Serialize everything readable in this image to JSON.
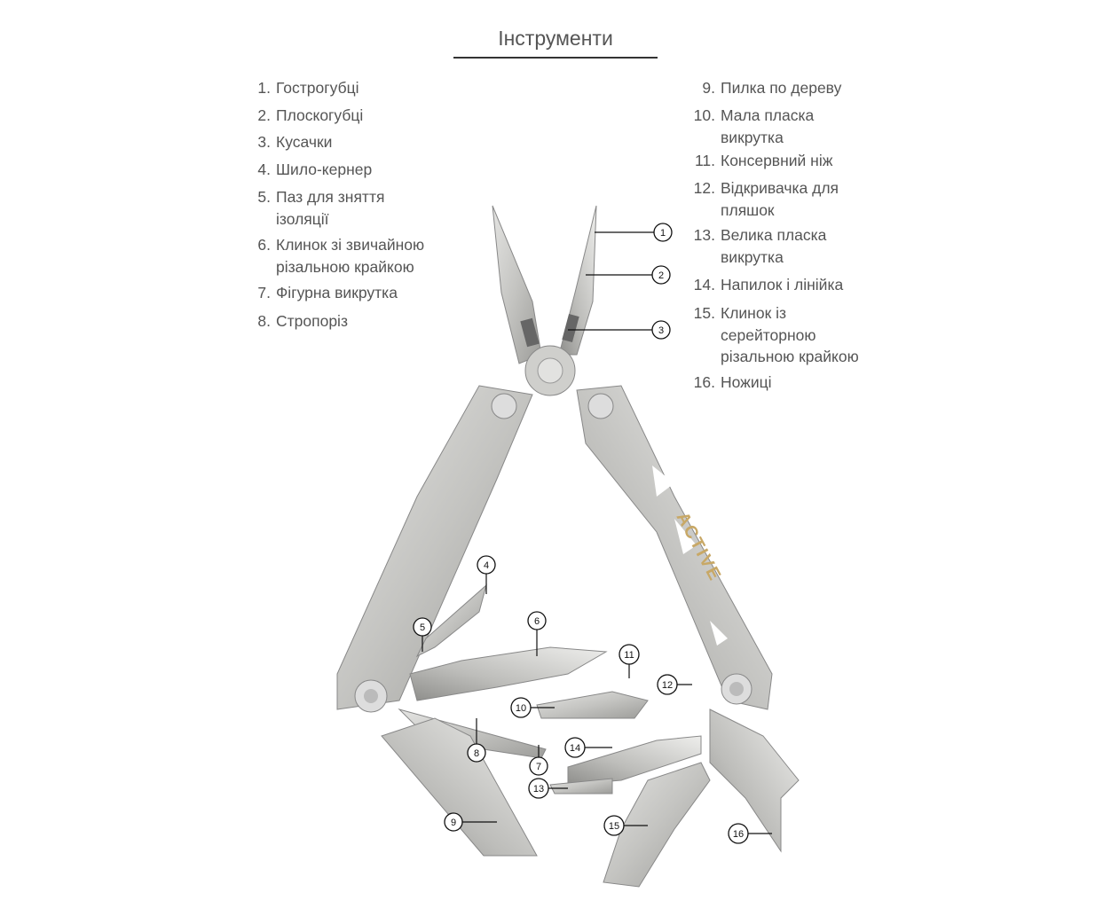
{
  "title": "Інструменти",
  "left_list": [
    {
      "num": "1.",
      "text": "Гострогубці"
    },
    {
      "num": "2.",
      "text": "Плоскогубці"
    },
    {
      "num": "3.",
      "text": "Кусачки"
    },
    {
      "num": "4.",
      "text": "Шило-кернер"
    },
    {
      "num": "5.",
      "text": "Паз для зняття ізоляції"
    },
    {
      "num": "6.",
      "text": "Клинок зі звичайною різальною крайкою"
    },
    {
      "num": "7.",
      "text": "Фігурна викрутка"
    },
    {
      "num": "8.",
      "text": "Стропоріз"
    }
  ],
  "right_list": [
    {
      "num": "9.",
      "text": "Пилка по дереву"
    },
    {
      "num": "10.",
      "text": "Мала пласка викрутка"
    },
    {
      "num": "11.",
      "text": "Консервний ніж"
    },
    {
      "num": "12.",
      "text": "Відкривачка для пляшок"
    },
    {
      "num": "13.",
      "text": "Велика пласка викрутка"
    },
    {
      "num": "14.",
      "text": "Напилок і лінійка"
    },
    {
      "num": "15.",
      "text": "Клинок із серейторною різальною крайкою"
    },
    {
      "num": "16.",
      "text": "Ножиці"
    }
  ],
  "callouts": [
    "1",
    "2",
    "3",
    "4",
    "5",
    "6",
    "7",
    "8",
    "9",
    "10",
    "11",
    "12",
    "13",
    "14",
    "15",
    "16"
  ],
  "brand": "ACTIVE"
}
